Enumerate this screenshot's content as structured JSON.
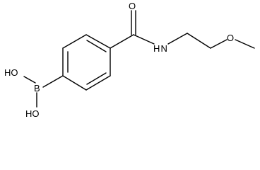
{
  "molecule": {
    "atoms": {
      "carbonyl_oxygen": "O",
      "amide_nitrogen": "H N",
      "ether_oxygen": "O",
      "boron": "B",
      "hydroxyl_upper": "HO",
      "hydroxyl_lower": "HO"
    }
  },
  "colors": {
    "bond": "#000000",
    "text": "#000000",
    "background": "#ffffff"
  }
}
